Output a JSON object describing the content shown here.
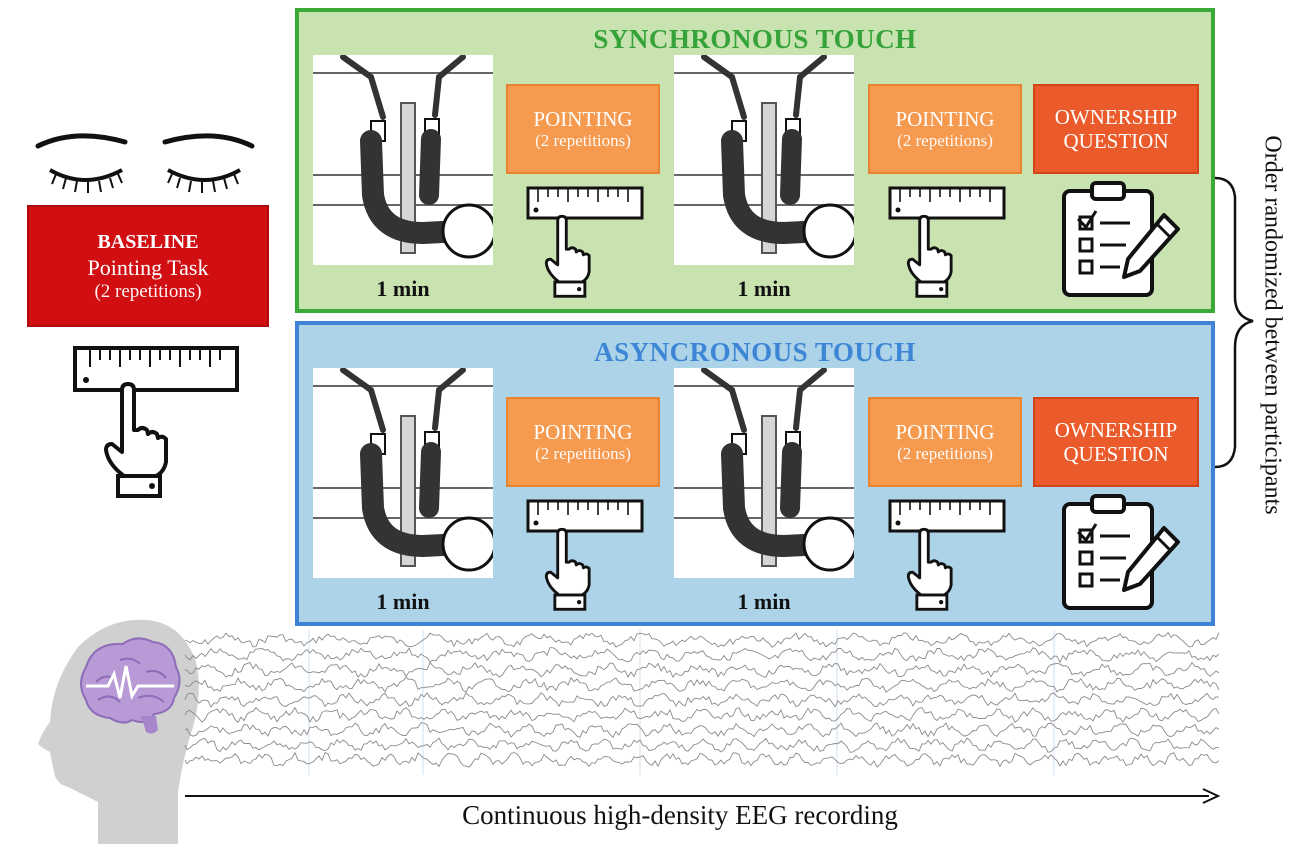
{
  "baseline": {
    "title": "BASELINE",
    "task": "Pointing Task",
    "reps": "(2 repetitions)"
  },
  "sync_panel": {
    "title": "SYNCHRONOUS TOUCH",
    "durations": [
      "1 min",
      "1 min"
    ],
    "pointing": [
      {
        "label": "POINTING",
        "reps": "(2 repetitions)"
      },
      {
        "label": "POINTING",
        "reps": "(2 repetitions)"
      }
    ],
    "ownership": {
      "line1": "OWNERSHIP",
      "line2": "QUESTION"
    }
  },
  "async_panel": {
    "title": "ASYNCRONOUS TOUCH",
    "durations": [
      "1 min",
      "1 min"
    ],
    "pointing": [
      {
        "label": "POINTING",
        "reps": "(2 repetitions)"
      },
      {
        "label": "POINTING",
        "reps": "(2 repetitions)"
      }
    ],
    "ownership": {
      "line1": "OWNERSHIP",
      "line2": "QUESTION"
    }
  },
  "side_note": "Order randomized between participants",
  "eeg_caption": "Continuous high-density EEG recording",
  "colors": {
    "sync_fill": "#c9e3b0",
    "sync_border": "#3aa936",
    "sync_title": "#35a33a",
    "async_fill": "#add3e8",
    "async_border": "#3f83d6",
    "async_title": "#3d86d6",
    "baseline_fill": "#d10f13",
    "pointing_fill": "#f59a4f",
    "ownership_fill": "#ea5a2a"
  },
  "icons": [
    "closed-eyes-icon",
    "ruler-icon",
    "pointing-hand-icon",
    "clipboard-checklist-icon",
    "pencil-icon",
    "head-brain-icon",
    "rubber-hand-scene"
  ]
}
